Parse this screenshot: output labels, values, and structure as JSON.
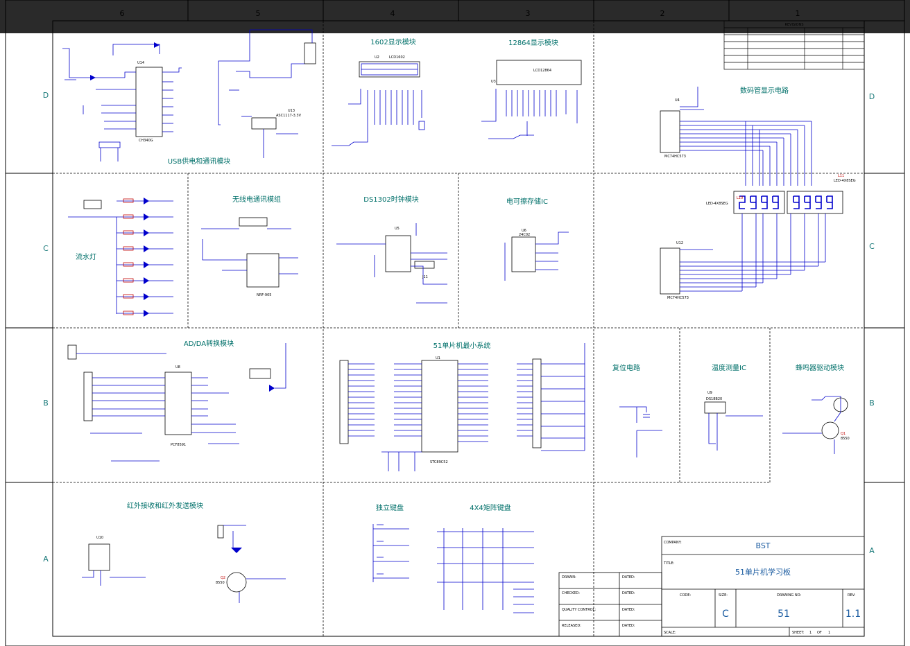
{
  "zones_top": [
    "6",
    "5",
    "4",
    "3",
    "2",
    "1"
  ],
  "zones_side": [
    "D",
    "C",
    "B",
    "A"
  ],
  "modules": {
    "usb": "USB供电和通讯模块",
    "lcd1602": "1602显示模块",
    "lcd12864": "12864显示模块",
    "seg": "数码管显示电路",
    "flow": "流水灯",
    "wireless": "无线电通讯模组",
    "ds1302": "DS1302时钟模块",
    "eeprom": "电可擦存储IC",
    "adda": "AD/DA转换模块",
    "mcu": "51单片机最小系统",
    "reset": "复位电路",
    "temp": "温度测量IC",
    "buzzer": "蜂鸣器驱动模块",
    "ir": "红外接收和红外发送模块",
    "keys": "独立键盘",
    "matrix": "4X4矩阵键盘"
  },
  "parts": {
    "u14": "U14",
    "ch340": "CH340G",
    "u13": "U13",
    "ams": "ASC1117-3.3V",
    "u2": "U2",
    "lcd1602": "LCD1602",
    "u3": "U3",
    "lcd12864": "LCD12864",
    "u4": "U4",
    "hc573a": "MC74HC573",
    "u12": "U12",
    "hc573b": "MC74HC573",
    "l10": "L10",
    "l11": "L11",
    "led4": "LED-4X8SEG",
    "led4b": "LED-4X8SEG",
    "u5": "U5",
    "j11": "J11",
    "u6": "U6",
    "c24": "24C02",
    "u8": "U8",
    "pcf": "PCF8591",
    "u1": "U1",
    "stc": "STC89C52",
    "u9": "U9",
    "ds18": "DS18B20",
    "q1": "Q1",
    "s8550": "8550",
    "u10": "U10",
    "q2": "Q2",
    "s8550b": "8550",
    "nrf": "NRF-905"
  },
  "title_block": {
    "company_label": "COMPANY:",
    "company": "BST",
    "title_label": "TITLE:",
    "title": "51单片机学习板",
    "drawn": "DRAWN:",
    "dated": "DATED:",
    "checked": "CHECKED:",
    "quality": "QUALITY CONTROL:",
    "released": "RELEASED:",
    "code_label": "CODE:",
    "size_label": "SIZE:",
    "size": "C",
    "drawing_no_label": "DRAWING NO:",
    "drawing_no": "51",
    "rev_label": "REV:",
    "rev": "1.1",
    "scale_label": "SCALE:",
    "sheet_label": "SHEET:",
    "sheet": "1",
    "of_label": "OF",
    "of": "1",
    "revisions": "REVISIONS"
  },
  "colors": {
    "wire": "#0000cc",
    "label": "#c00000",
    "frame": "#000000",
    "title": "#00706a"
  }
}
